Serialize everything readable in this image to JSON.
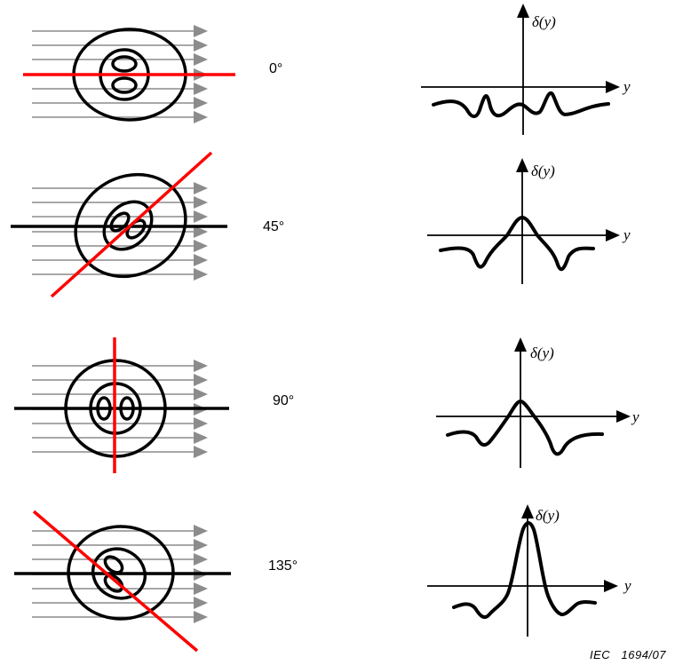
{
  "figure": {
    "rows": [
      {
        "angle_label": "0°",
        "delta_label": "δ(y)",
        "y_label": "y"
      },
      {
        "angle_label": "45°",
        "delta_label": "δ(y)",
        "y_label": "y"
      },
      {
        "angle_label": "90°",
        "delta_label": "δ(y)",
        "y_label": "y"
      },
      {
        "angle_label": "135°",
        "delta_label": "δ(y)",
        "y_label": "y"
      }
    ],
    "reference": "IEC   1694/07"
  },
  "colors": {
    "cut_line": "#ff0000",
    "rays": "#8c8c8c",
    "ink": "#000000"
  }
}
